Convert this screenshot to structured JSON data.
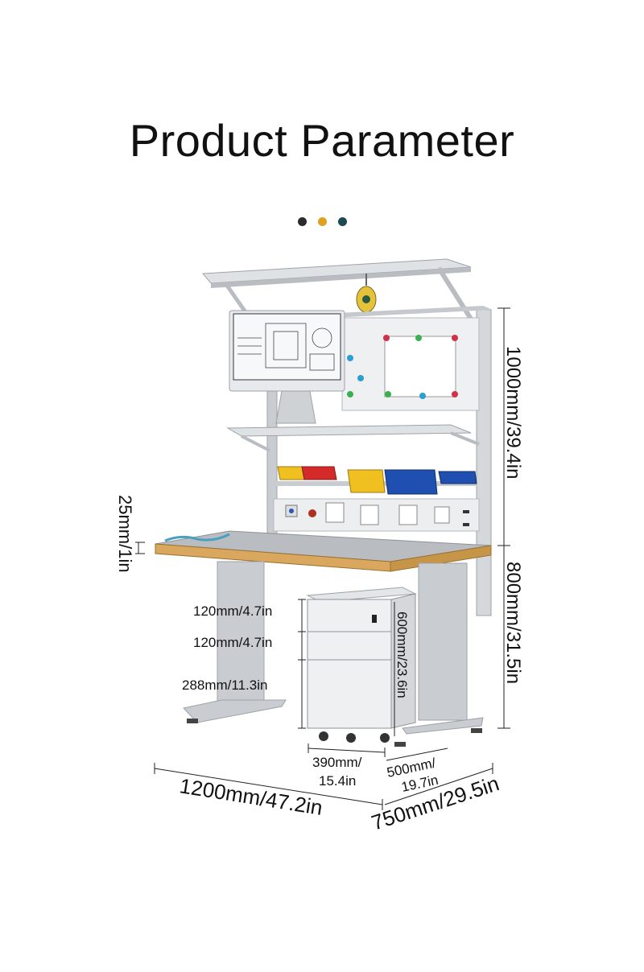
{
  "title": "Product Parameter",
  "dots": [
    {
      "color": "#2b2b2b"
    },
    {
      "color": "#e0a020"
    },
    {
      "color": "#1a4a52"
    }
  ],
  "dimensions": {
    "upper_height": "1000mm/39.4in",
    "lower_height": "800mm/31.5in",
    "thickness": "25mm/1in",
    "drawer_top": "120mm/4.7in",
    "drawer_mid": "120mm/4.7in",
    "drawer_bottom": "288mm/11.3in",
    "cabinet_height": "600mm/23.6in",
    "cabinet_width_a": "390mm/",
    "cabinet_width_b": "15.4in",
    "cabinet_depth_a": "500mm/",
    "cabinet_depth_b": "19.7in",
    "bench_width": "1200mm/47.2in",
    "bench_depth": "750mm/29.5in"
  },
  "colors": {
    "frame": "#c9ccd0",
    "frame_dark": "#9ea3a8",
    "top_wood": "#d9a85e",
    "top_surface": "#b9bcc0",
    "bin_yellow": "#f0c020",
    "bin_red": "#d42a2a",
    "bin_blue": "#1f4fb0"
  }
}
